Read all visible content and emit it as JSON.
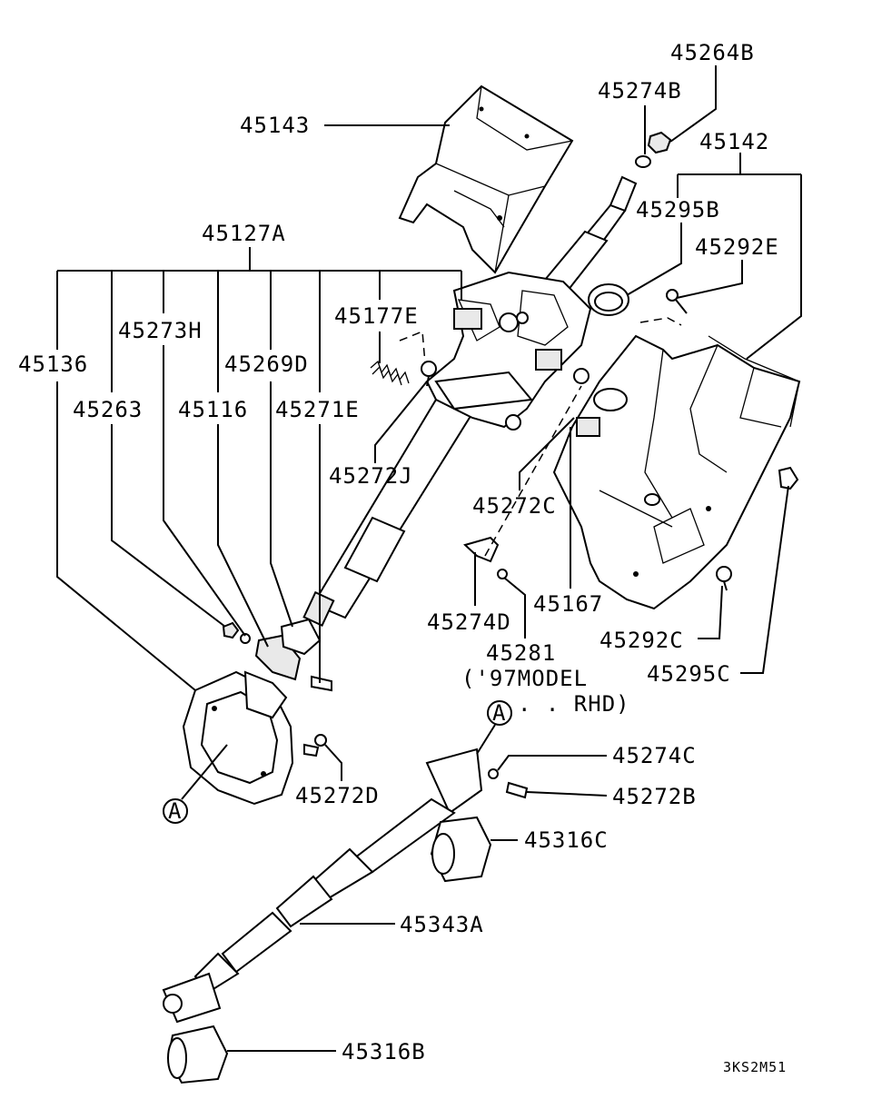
{
  "labels": {
    "p45264B": "45264B",
    "p45274B": "45274B",
    "p45143": "45143",
    "p45142": "45142",
    "p45295B": "45295B",
    "p45292E": "45292E",
    "p45127A": "45127A",
    "p45177E": "45177E",
    "p45273H": "45273H",
    "p45136": "45136",
    "p45269D": "45269D",
    "p45263": "45263",
    "p45116": "45116",
    "p45271E": "45271E",
    "p45272J": "45272J",
    "p45272C": "45272C",
    "p45167": "45167",
    "p45274D": "45274D",
    "p45292C": "45292C",
    "p45281": "45281",
    "p45295C": "45295C",
    "note_line1": "('97MODEL",
    "note_line2": ". . RHD)",
    "ref_a_top": "A",
    "ref_a_bottom": "A",
    "p45274C": "45274C",
    "p45272B": "45272B",
    "p45272D": "45272D",
    "p45316C": "45316C",
    "p45343A": "45343A",
    "p45316B": "45316B",
    "drawing_code": "3KS2M51"
  }
}
